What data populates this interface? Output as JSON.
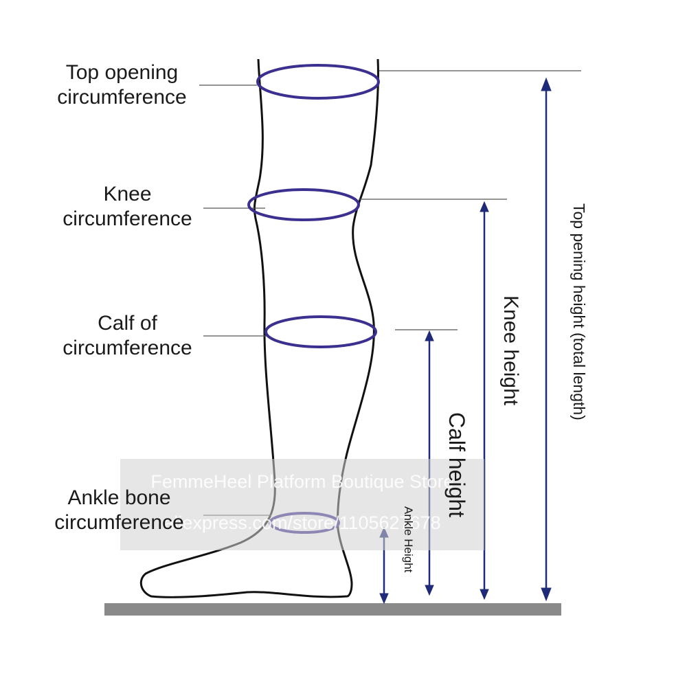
{
  "labels": {
    "top_opening": [
      "Top opening",
      "circumference"
    ],
    "knee": [
      "Knee",
      "circumference"
    ],
    "calf": [
      "Calf of",
      "circumference"
    ],
    "ankle": [
      "Ankle bone",
      "circumference"
    ],
    "knee_height": "Knee height",
    "calf_height": "Calf height",
    "ankle_height": "Ankle Height",
    "total_height": "Top pening height (total length)"
  },
  "watermark": {
    "line1": "FemmeHeel Platform Boutique Store",
    "line2": "aliexpress.com/store/1105627678"
  },
  "colors": {
    "ring": "#3b2f8f",
    "arrow": "#1f2a78",
    "outline": "#111111",
    "guide": "#555555",
    "floor": "#8a8a8a"
  }
}
